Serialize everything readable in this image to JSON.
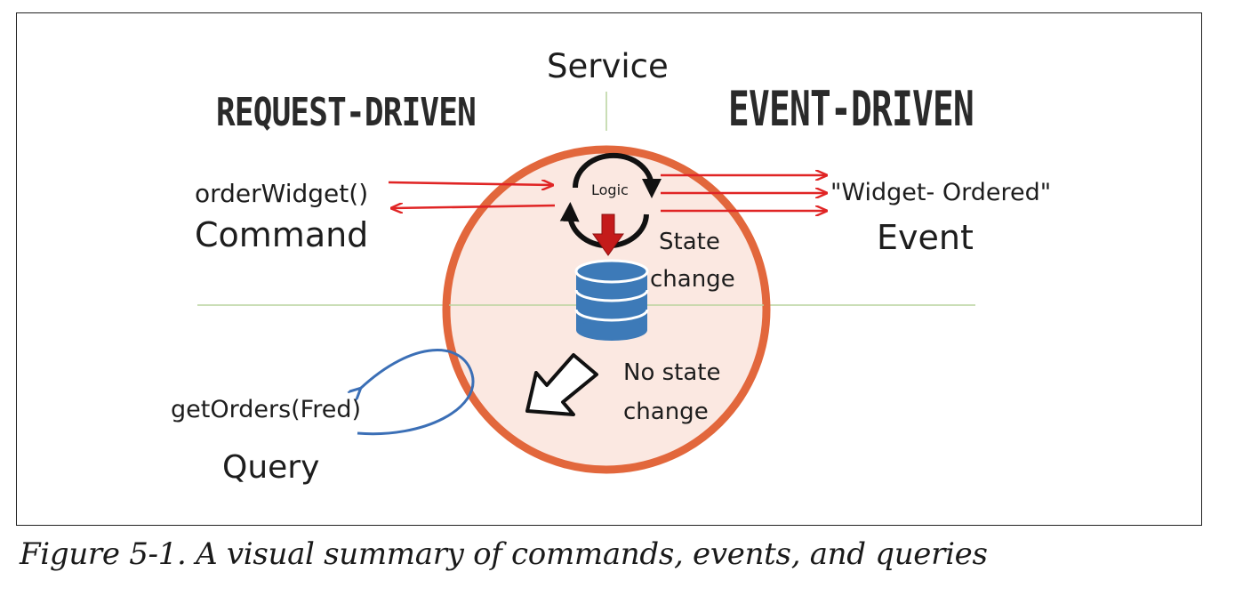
{
  "diagram": {
    "service_label": "Service",
    "request_driven_heading": "REQUEST-DRIVEN",
    "event_driven_heading": "EVENT-DRIVEN",
    "command_call": "orderWidget()",
    "command_label": "Command",
    "logic_label": "Logic",
    "event_name": "\"Widget- Ordered\"",
    "event_label": "Event",
    "state_change_label": [
      "State",
      "change"
    ],
    "no_state_change_label": [
      "No state",
      "change"
    ],
    "query_call": "getOrders(Fred)",
    "query_label": "Query",
    "colors": {
      "service_fill": "#fbe8e1",
      "service_border": "#e2673c",
      "request_arrow": "#e02525",
      "state_arrow": "#c41b1b",
      "database": "#3d7ab8",
      "query_arrow": "#3b6fb6",
      "divider": "#b9d39d"
    }
  },
  "caption": "Figure 5-1. A visual summary of commands, events, and queries"
}
